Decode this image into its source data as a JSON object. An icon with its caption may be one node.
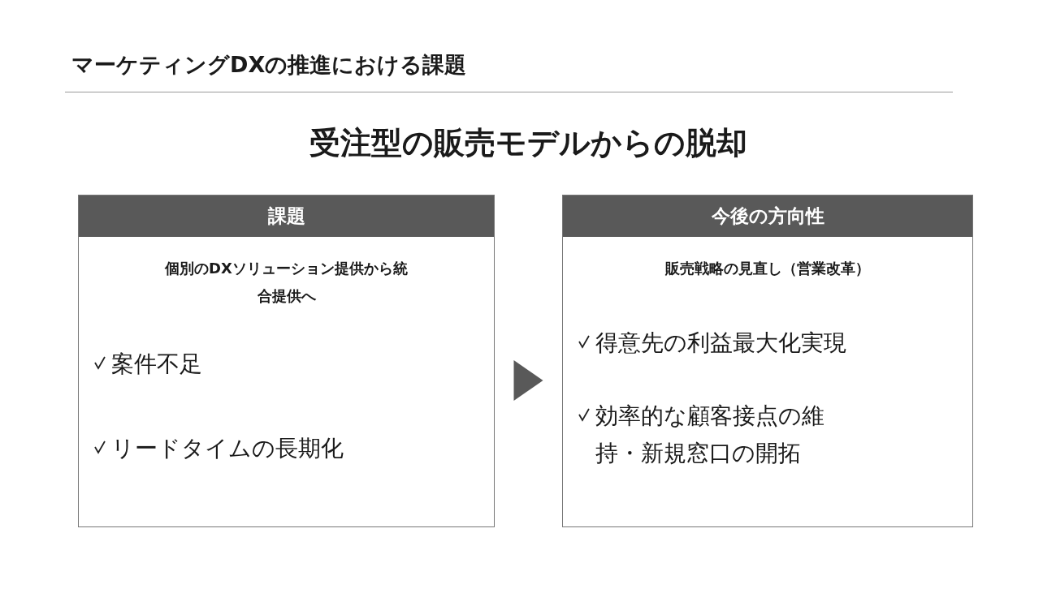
{
  "diagram": {
    "title": "マーケティングDXの推進における課題",
    "nodes": [
      {
        "text": [
          "課題",
          "個別のDXソリューション提供から統合提供へ",
          "案件不足",
          "リードタイムの長期化"
        ]
      },
      {
        "text": [
          "今後の方向性",
          "販売戦略の見直し（営業改革）",
          "得意先の利益最大化実現",
          "効率的な顧客接点の維持・新規窓口の開拓"
        ]
      }
    ],
    "edges": [
      {
        "from": 0,
        "to": 1,
        "arrow": "to"
      }
    ],
    "labels": [
      "受注型の販売モデルからの脱却"
    ]
  }
}
